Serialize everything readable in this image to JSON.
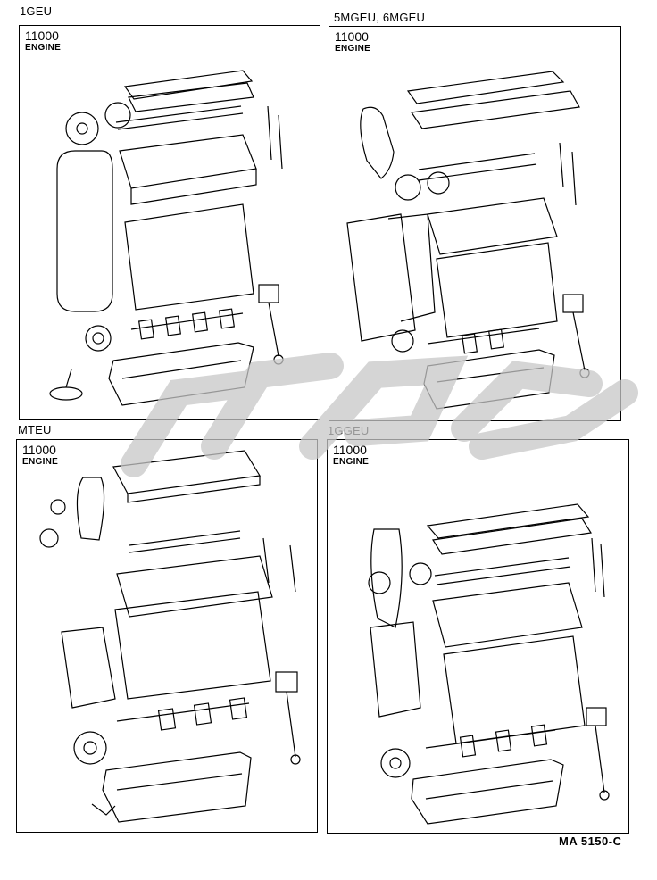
{
  "panels": [
    {
      "caption": "1GEU",
      "code": "11000",
      "sub": "ENGINE"
    },
    {
      "caption": "5MGEU, 6MGEU",
      "code": "11000",
      "sub": "ENGINE"
    },
    {
      "caption": "MTEU",
      "code": "11000",
      "sub": "ENGINE"
    },
    {
      "caption": "1GGEU",
      "code": "11000",
      "sub": "ENGINE"
    }
  ],
  "footer": {
    "ref": "MA 5150-C"
  },
  "icons": {
    "engine_illustration": "engine-exploded-view-icon",
    "watermark": "watermark-logo"
  },
  "colors": {
    "line": "#000000",
    "watermark": "#c8c8c8",
    "background": "#ffffff"
  }
}
